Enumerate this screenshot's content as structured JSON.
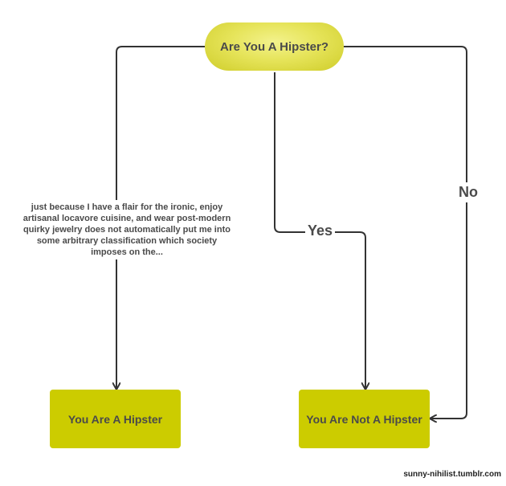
{
  "flowchart": {
    "start_node": "Are You A Hipster?",
    "end_nodes": {
      "hipster": "You Are A Hipster",
      "not_hipster": "You Are Not A Hipster"
    },
    "edge_labels": {
      "yes": "Yes",
      "no": "No",
      "denial": "just because I have a flair for the ironic, enjoy artisanal locavore cuisine, and wear post-modern quirky jewelry does not automatically put me into some arbitrary classification which society imposes on the..."
    },
    "edges": [
      {
        "from": "Are You A Hipster?",
        "to": "You Are A Hipster",
        "label": "denial"
      },
      {
        "from": "Are You A Hipster?",
        "to": "You Are Not A Hipster",
        "label": "Yes"
      },
      {
        "from": "Are You A Hipster?",
        "to": "You Are Not A Hipster",
        "label": "No"
      }
    ],
    "colors": {
      "start_fill": "#e6e45a",
      "end_fill": "#cccc00",
      "text": "#4a4a4a",
      "connector": "#333333"
    }
  },
  "credit": "sunny-nihilist.tumblr.com"
}
